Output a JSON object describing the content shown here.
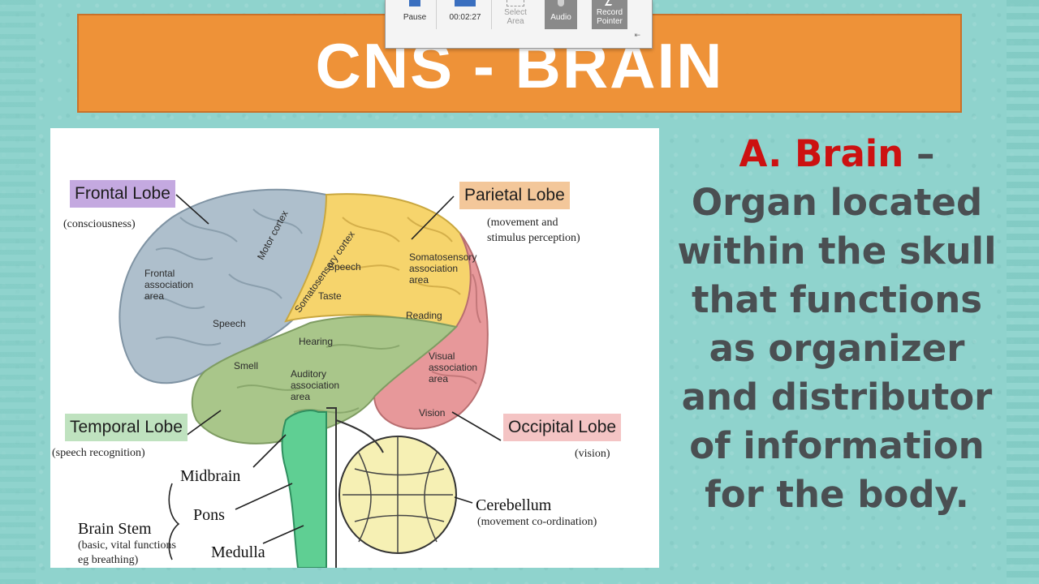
{
  "toolbar": {
    "pause_label": "Pause",
    "timer": "00:02:27",
    "select_area_label": "Select Area",
    "audio_label": "Audio",
    "record_pointer_label": "Record Pointer"
  },
  "slide": {
    "title": "CNS - BRAIN",
    "description": {
      "lead": "A. Brain",
      "text": " – Organ located within the skull that functions as organizer and distributor of information for the body."
    }
  },
  "diagram": {
    "lobes": {
      "frontal": {
        "name": "Frontal Lobe",
        "function": "(consciousness)"
      },
      "parietal": {
        "name": "Parietal Lobe",
        "function_line1": "(movement and",
        "function_line2": "stimulus perception)"
      },
      "temporal": {
        "name": "Temporal Lobe",
        "function": "(speech recognition)"
      },
      "occipital": {
        "name": "Occipital Lobe",
        "function": "(vision)"
      }
    },
    "regions": {
      "frontal_association": [
        "Frontal",
        "association",
        "area"
      ],
      "motor_cortex": "Motor cortex",
      "somatosensory_cortex": "Somatosensory cortex",
      "speech_upper": "Speech",
      "taste": "Taste",
      "somatosensory_association": [
        "Somatosensory",
        "association",
        "area"
      ],
      "reading": "Reading",
      "speech_lower": "Speech",
      "hearing": "Hearing",
      "smell": "Smell",
      "auditory_association": [
        "Auditory",
        "association",
        "area"
      ],
      "visual_association": [
        "Visual",
        "association",
        "area"
      ],
      "vision": "Vision"
    },
    "parts": {
      "midbrain": "Midbrain",
      "pons": "Pons",
      "medulla": "Medulla",
      "cerebellum": "Cerebellum",
      "cerebellum_note": "(movement co-ordination)",
      "brain_stem": "Brain Stem",
      "brain_stem_note_line1": "(basic, vital functions",
      "brain_stem_note_line2": "eg breathing)"
    },
    "colors": {
      "frontal": "#aebfcc",
      "parietal": "#f6d46c",
      "temporal": "#a9c68a",
      "occipital": "#e7989a",
      "stem": "#5fcf93",
      "cerebellum": "#f6f0b4"
    }
  }
}
